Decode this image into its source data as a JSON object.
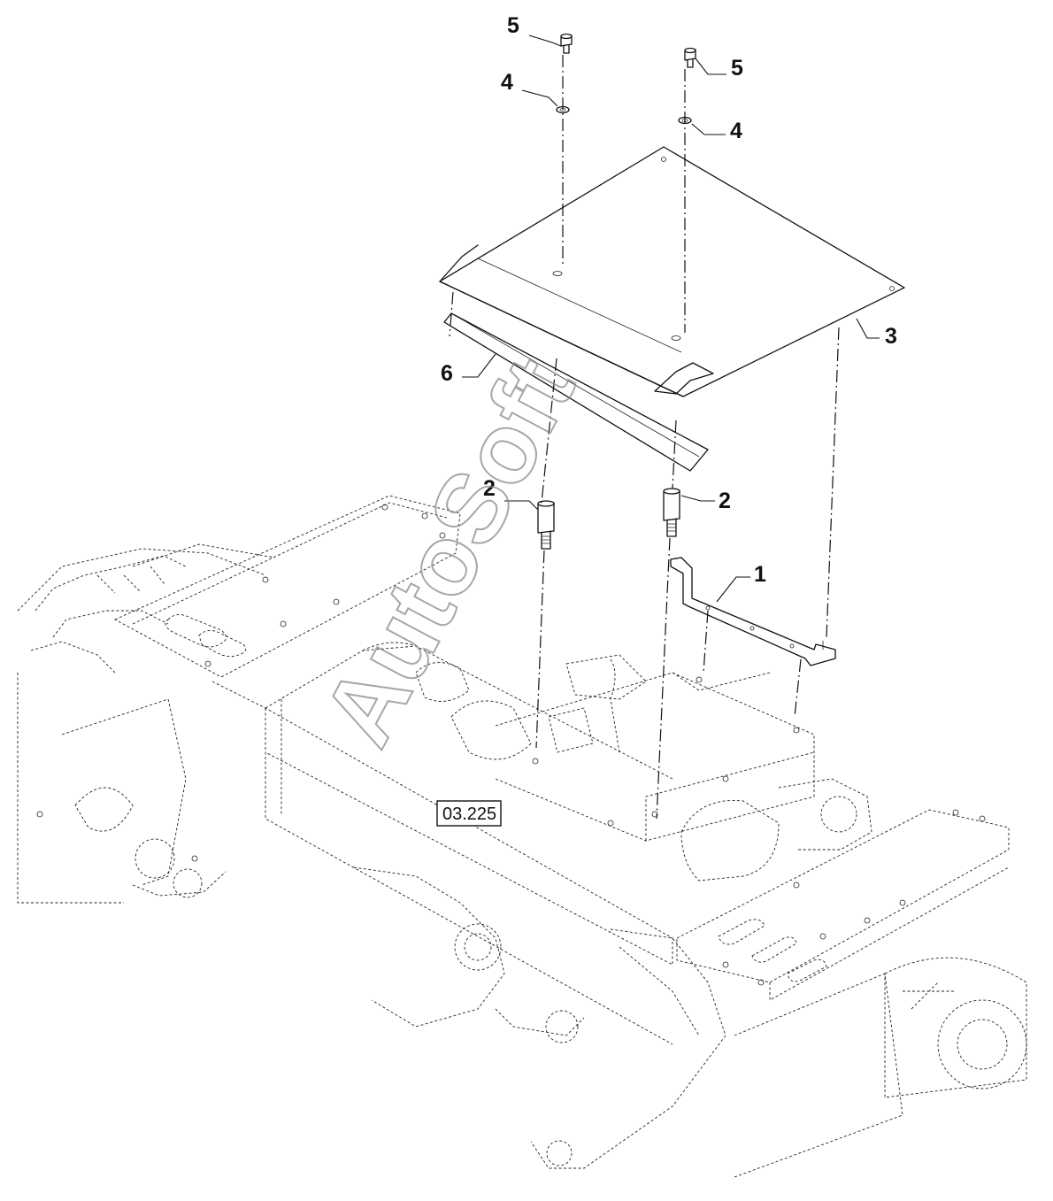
{
  "callouts": [
    {
      "id": "c5a",
      "text": "5"
    },
    {
      "id": "c5b",
      "text": "5"
    },
    {
      "id": "c4a",
      "text": "4"
    },
    {
      "id": "c4b",
      "text": "4"
    },
    {
      "id": "c3",
      "text": "3"
    },
    {
      "id": "c6",
      "text": "6"
    },
    {
      "id": "c2a",
      "text": "2"
    },
    {
      "id": "c2b",
      "text": "2"
    },
    {
      "id": "c1",
      "text": "1"
    }
  ],
  "reference": {
    "text": "03.225"
  },
  "watermark": {
    "text": "AutoSoft"
  },
  "colors": {
    "line": "#111111",
    "watermark": "#8a8a8a",
    "background": "#ffffff"
  }
}
